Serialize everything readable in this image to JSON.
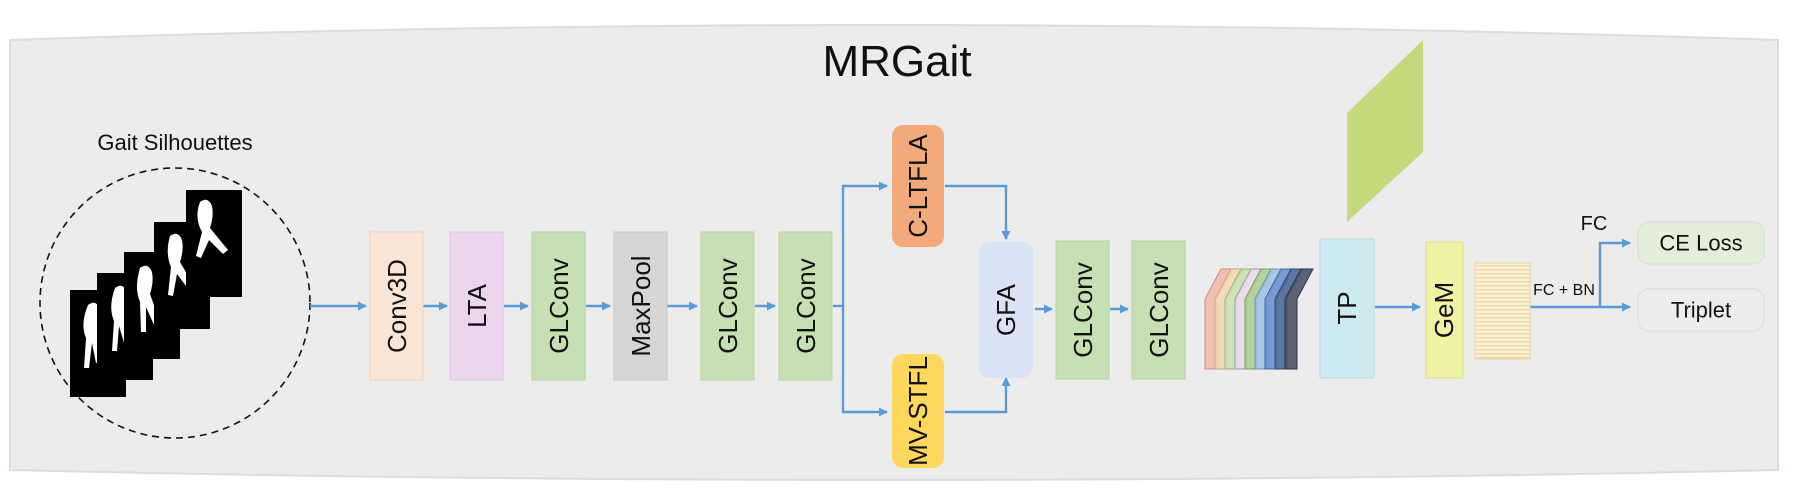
{
  "title": "MRGait",
  "input_label": "Gait Silhouettes",
  "blocks": {
    "conv3d": "Conv3D",
    "lta": "LTA",
    "glconv1": "GLConv",
    "maxpool": "MaxPool",
    "glconv2": "GLConv",
    "glconv3": "GLConv",
    "c_ltfla": "C-LTFLA",
    "mv_stfl": "MV-STFL",
    "gfa": "GFA",
    "glconv4": "GLConv",
    "glconv5": "GLConv",
    "tp": "TP",
    "gem": "GeM"
  },
  "heads": {
    "fc_bn": "FC + BN",
    "fc": "FC",
    "ce_loss": "CE Loss",
    "triplet": "Triplet"
  },
  "colors": {
    "conv3d": "#fbe6d6",
    "lta": "#ecd6ee",
    "glconv": "#c6e0b4",
    "maxpool": "#d6d6d6",
    "c_ltfla": "#f2a97c",
    "mv_stfl": "#fdd85d",
    "gfa": "#dae3f5",
    "tp": "#cdeaf0",
    "gem": "#f0f2a6",
    "arrow": "#5b9bd5",
    "ce_loss_bg": "#e2efda",
    "triplet_bg": "#ededed",
    "panel": "#ececec"
  }
}
